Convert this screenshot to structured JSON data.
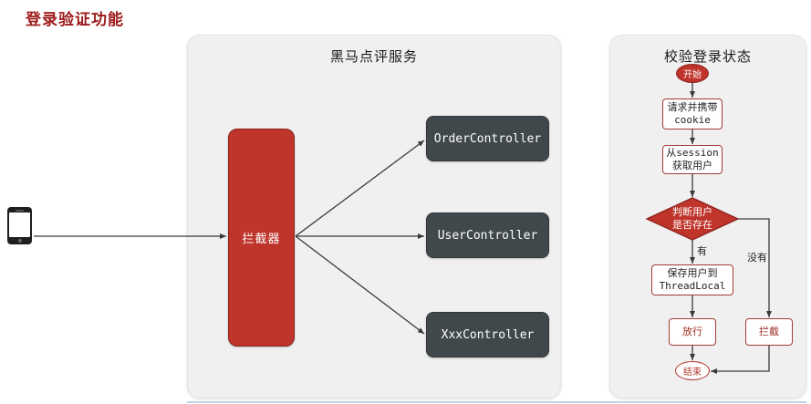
{
  "title": "登录验证功能",
  "service": {
    "title": "黑马点评服务",
    "interceptor": "拦截器",
    "controllers": [
      "OrderController",
      "UserController",
      "XxxController"
    ]
  },
  "flow": {
    "title": "校验登录状态",
    "start": "开始",
    "request": [
      "请求并携带",
      "cookie"
    ],
    "session": [
      "从session",
      "获取用户"
    ],
    "decision": [
      "判断用户",
      "是否存在"
    ],
    "yes": "有",
    "no": "没有",
    "save": [
      "保存用户到",
      "ThreadLocal"
    ],
    "pass": "放行",
    "intercept": "拦截",
    "end": "结束"
  },
  "colors": {
    "title_red": "#9C1A1A",
    "node_red": "#BF342B",
    "node_red_border": "#8C241D",
    "controller_bg": "#40484B",
    "panel_bg": "#F0F0F0",
    "flow_border_red": "#A33B32"
  }
}
